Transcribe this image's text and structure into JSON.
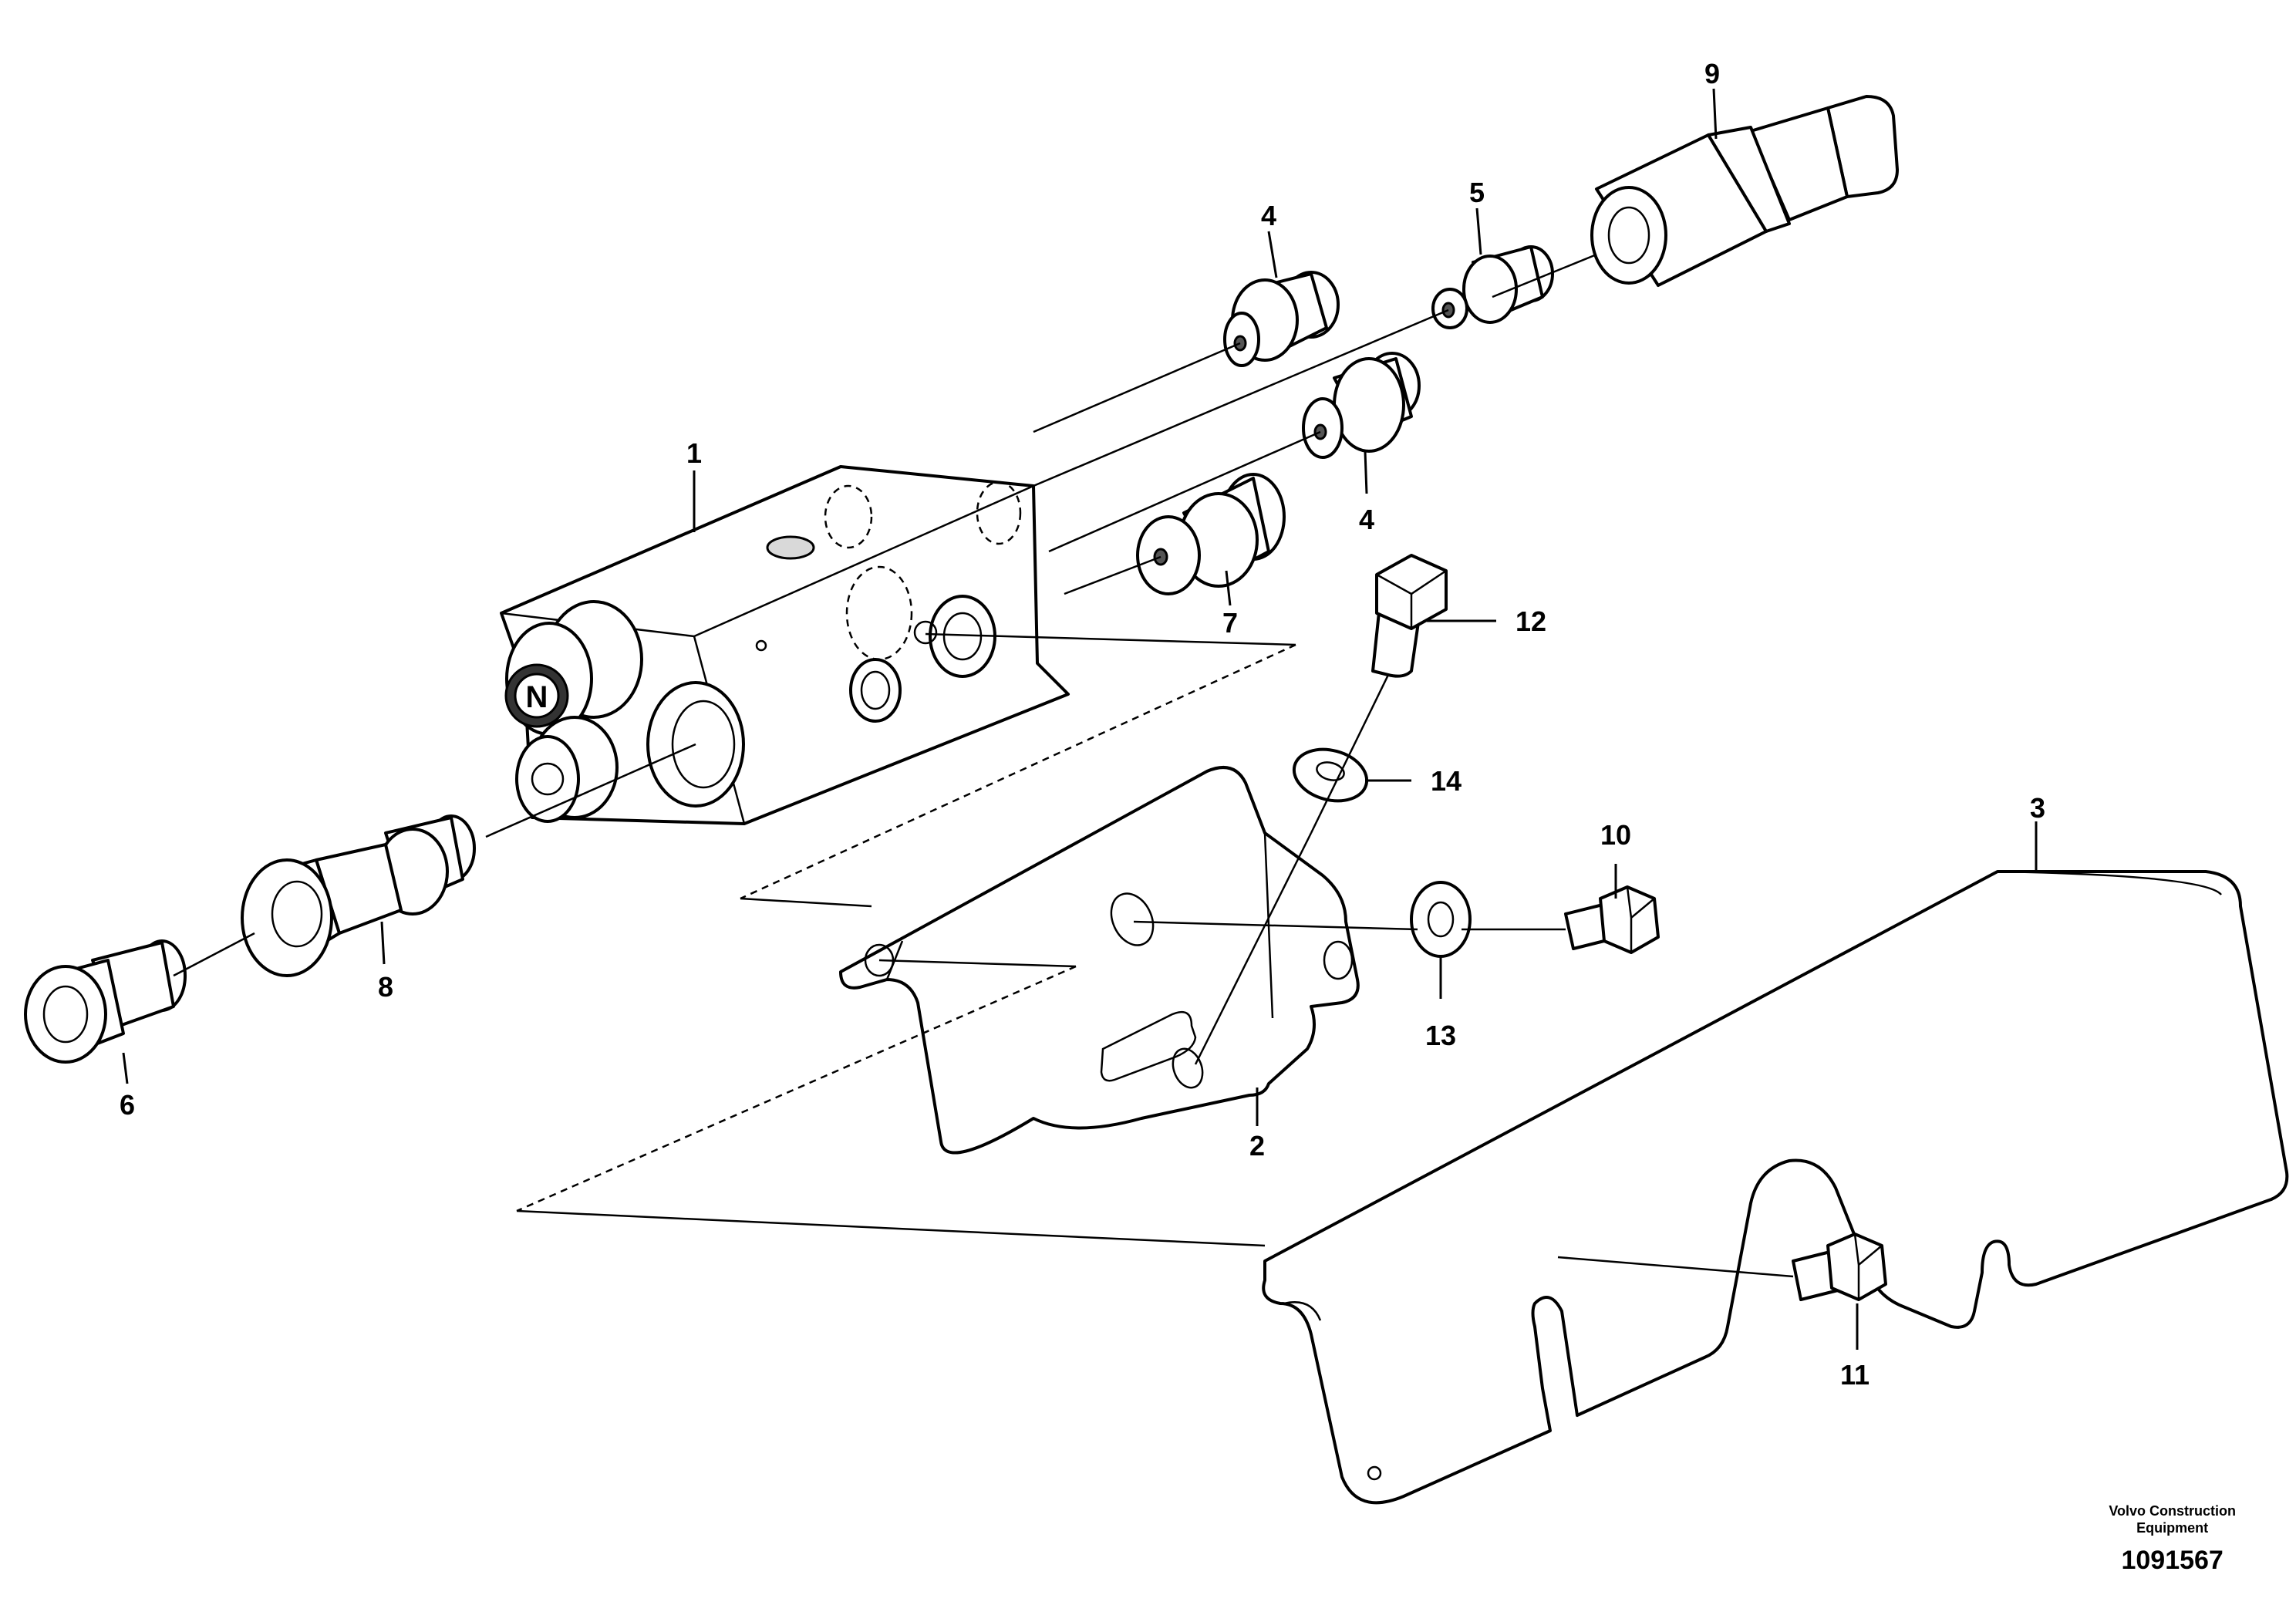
{
  "callouts": {
    "c1": "1",
    "c2": "2",
    "c3": "3",
    "c4a": "4",
    "c4b": "4",
    "c5": "5",
    "c6": "6",
    "c7": "7",
    "c8": "8",
    "c9": "9",
    "c10": "10",
    "c11": "11",
    "c12": "12",
    "c13": "13",
    "c14": "14"
  },
  "footer": {
    "brand_line1": "Volvo Construction",
    "brand_line2": "Equipment",
    "reference": "1091567"
  },
  "valve_mark": "N"
}
